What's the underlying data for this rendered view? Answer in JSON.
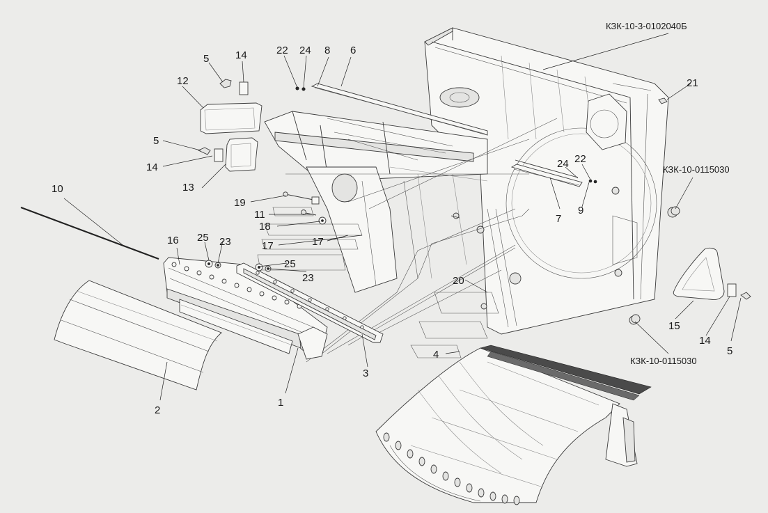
{
  "assembly_codes": {
    "main": "КЗК-10-3-0102040Б",
    "sub_upper": "КЗК-10-0115030",
    "sub_lower": "КЗК-10-0115030"
  },
  "callouts": {
    "n1": "1",
    "n2": "2",
    "n3": "3",
    "n4": "4",
    "n5a": "5",
    "n5b": "5",
    "n5c": "5",
    "n6": "6",
    "n7": "7",
    "n8": "8",
    "n9": "9",
    "n10": "10",
    "n11": "11",
    "n12": "12",
    "n13": "13",
    "n14a": "14",
    "n14b": "14",
    "n14c": "14",
    "n15": "15",
    "n16": "16",
    "n17a": "17",
    "n17b": "17",
    "n18": "18",
    "n19": "19",
    "n20": "20",
    "n21": "21",
    "n22a": "22",
    "n22b": "22",
    "n23a": "23",
    "n23b": "23",
    "n24a": "24",
    "n24b": "24",
    "n25a": "25",
    "n25b": "25"
  }
}
